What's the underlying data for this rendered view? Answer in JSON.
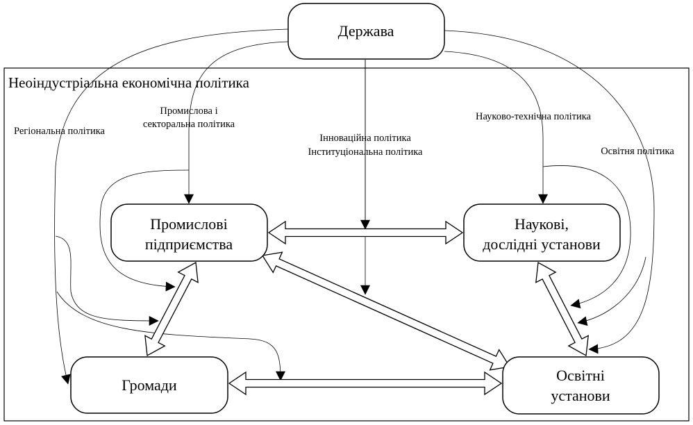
{
  "frame": {
    "title": "Неоіндустріальна економічна політика"
  },
  "nodes": {
    "state": "Держава",
    "industry": [
      "Промислові",
      "підприємства"
    ],
    "research": [
      "Наукові,",
      "дослідні установи"
    ],
    "communities": "Громади",
    "education": [
      "Освітні",
      "установи"
    ]
  },
  "policies": {
    "regional": "Регіональна політика",
    "industrial": [
      "Промислова і",
      "секторальна політика"
    ],
    "innovation": [
      "Інноваційна політика",
      "Інституціональна політика"
    ],
    "science_tech": "Науково-технічна політика",
    "education": "Освітня політика"
  },
  "colors": {
    "stroke": "#000000",
    "background": "#ffffff"
  }
}
